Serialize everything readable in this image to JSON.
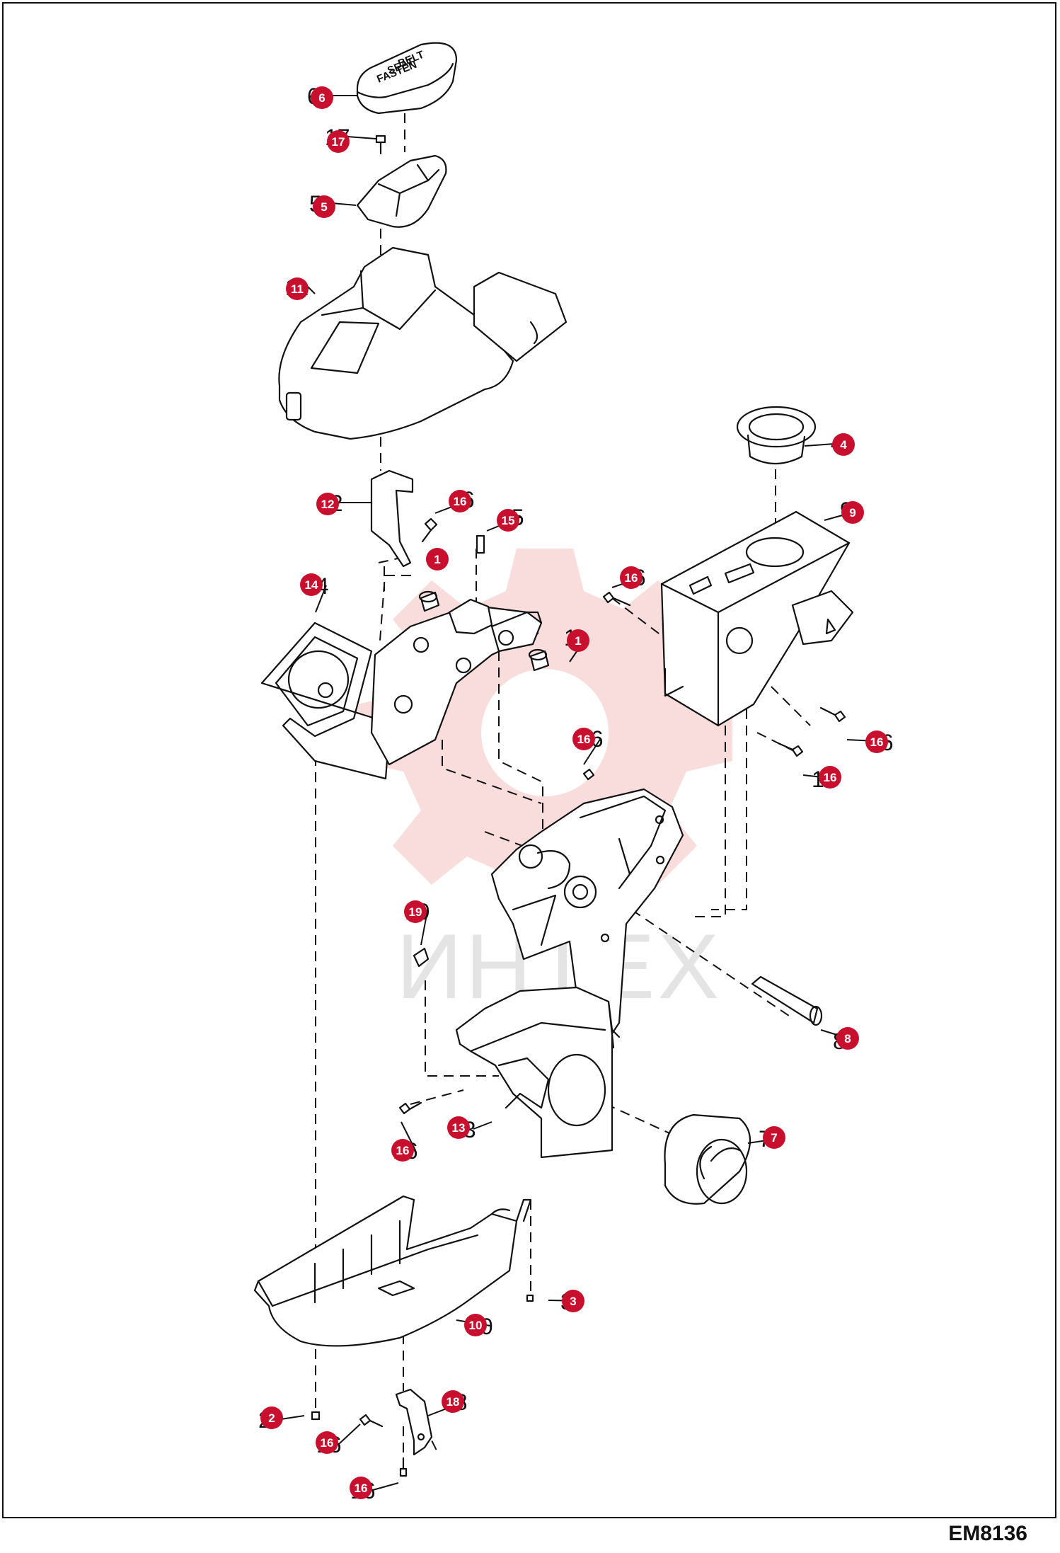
{
  "figure_code": "EM8136",
  "watermark_text": "ИНТЕХ",
  "knob_lettering": [
    "FASTEN",
    "SEAT",
    "BELT"
  ],
  "colors": {
    "badge": "#c8102e",
    "line": "#111111",
    "watermark": "#f4c0c0"
  },
  "callouts": [
    {
      "id": "c6",
      "badge": "6",
      "label": "6"
    },
    {
      "id": "c17",
      "badge": "17",
      "label": "17"
    },
    {
      "id": "c5",
      "badge": "5",
      "label": "5"
    },
    {
      "id": "c11",
      "badge": "11",
      "label": "11"
    },
    {
      "id": "c4",
      "badge": "4",
      "label": "4"
    },
    {
      "id": "c9",
      "badge": "9",
      "label": "9"
    },
    {
      "id": "c12",
      "badge": "12",
      "label": "12"
    },
    {
      "id": "c16a",
      "badge": "16",
      "label": "16"
    },
    {
      "id": "c15",
      "badge": "15",
      "label": "15"
    },
    {
      "id": "c1a",
      "badge": "1",
      "label": ""
    },
    {
      "id": "c14",
      "badge": "14",
      "label": "14"
    },
    {
      "id": "c16b",
      "badge": "16",
      "label": "16"
    },
    {
      "id": "c1b",
      "badge": "1",
      "label": "1"
    },
    {
      "id": "c16c",
      "badge": "16",
      "label": "16"
    },
    {
      "id": "c16d",
      "badge": "16",
      "label": "16"
    },
    {
      "id": "c16e",
      "badge": "16",
      "label": "16"
    },
    {
      "id": "c19",
      "badge": "19",
      "label": "19"
    },
    {
      "id": "c8",
      "badge": "8",
      "label": "8"
    },
    {
      "id": "c13",
      "badge": "13",
      "label": "13"
    },
    {
      "id": "c16f",
      "badge": "16",
      "label": "16"
    },
    {
      "id": "c7",
      "badge": "7",
      "label": "7"
    },
    {
      "id": "c3",
      "badge": "3",
      "label": "3"
    },
    {
      "id": "c10",
      "badge": "10",
      "label": "10"
    },
    {
      "id": "c2",
      "badge": "2",
      "label": "2"
    },
    {
      "id": "c16g",
      "badge": "16",
      "label": "16"
    },
    {
      "id": "c18",
      "badge": "18",
      "label": "18"
    },
    {
      "id": "c16h",
      "badge": "16",
      "label": "16"
    }
  ]
}
